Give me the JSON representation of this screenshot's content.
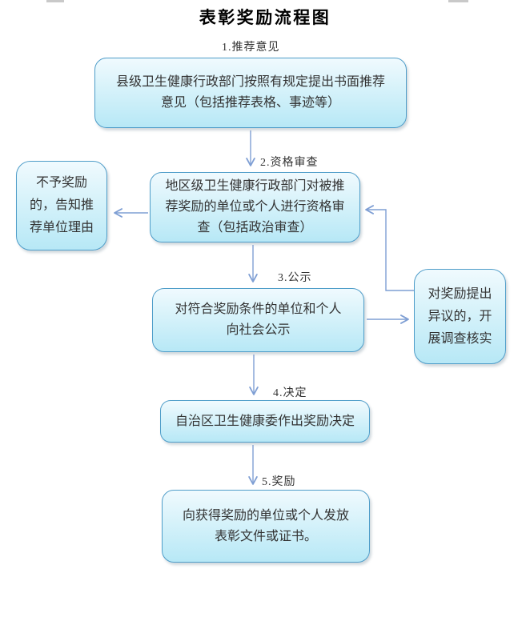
{
  "title": "表彰奖励流程图",
  "colors": {
    "box-border": "#4f9dc9",
    "box-fill-top": "#f0fafe",
    "box-fill-mid": "#d6f2fa",
    "box-fill-bottom": "#b7e8f6",
    "arrow": "#7f9fd4",
    "text": "#333333",
    "title": "#000000",
    "crop-mark": "#c9c9c9"
  },
  "step_labels": {
    "step1": "1.推荐意见",
    "step2": "2.资格审查",
    "step3": "3.公示",
    "step4": "4.决定",
    "step5": "5.奖励"
  },
  "nodes": {
    "recommend": "县级卫生健康行政部门按照有规定提出书面推荐意见（包括推荐表格、事迹等）",
    "review": "地区级卫生健康行政部门对被推荐奖励的单位或个人进行资格审查（包括政治审查）",
    "no_award": "不予奖励的，告知推荐单位理由",
    "publicity": "对符合奖励条件的单位和个人向社会公示",
    "objection": "对奖励提出异议的，开展调查核实",
    "decision": "自治区卫生健康委作出奖励决定",
    "award": "向获得奖励的单位或个人发放表彰文件或证书。"
  }
}
